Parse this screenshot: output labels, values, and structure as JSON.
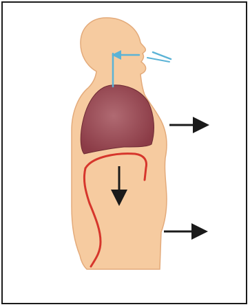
{
  "diagram": {
    "kind": "respiration-inhalation-illustration",
    "arrow_direction": {
      "airflow": "into nose",
      "diaphragm": "down",
      "chest_wall": "outward",
      "abdomen": "outward"
    },
    "colors": {
      "frame": "#1a1a1a",
      "body_fill": "#f6cba0",
      "body_stroke": "#e3aa7a",
      "lung_fill": "#8b3b46",
      "lung_highlight": "#b06a72",
      "diaphragm": "#d6362c",
      "airflow": "#5bb3d6",
      "movement_arrows": "#1a1a1a"
    }
  }
}
